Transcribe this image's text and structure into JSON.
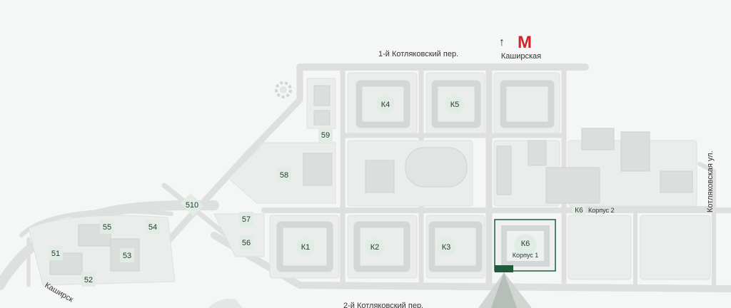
{
  "map": {
    "streets": {
      "north": "1-й Котляковский пер.",
      "south": "2-й Котляковский пер.",
      "east": "Котляковская ул.",
      "southwest": "Каширск"
    },
    "metro": {
      "symbol": "М",
      "name": "Каширская",
      "arrow": "↑",
      "color": "#d2232a"
    },
    "buildings": [
      {
        "id": "К4",
        "label": "К4"
      },
      {
        "id": "К5",
        "label": "К5"
      },
      {
        "id": "К1",
        "label": "К1"
      },
      {
        "id": "К2",
        "label": "К2"
      },
      {
        "id": "К3",
        "label": "К3"
      },
      {
        "id": "К6",
        "label": "К6"
      }
    ],
    "highlight": {
      "building": "К6",
      "corpus": "Корпус 1",
      "color": "#1f5a3c"
    },
    "corpus2": {
      "tag": "К6",
      "label": "Корпус 2"
    },
    "plots": [
      {
        "id": "59",
        "label": "59"
      },
      {
        "id": "58",
        "label": "58"
      },
      {
        "id": "510",
        "label": "510"
      },
      {
        "id": "57",
        "label": "57"
      },
      {
        "id": "56",
        "label": "56"
      },
      {
        "id": "55",
        "label": "55"
      },
      {
        "id": "54",
        "label": "54"
      },
      {
        "id": "53",
        "label": "53"
      },
      {
        "id": "51",
        "label": "51"
      },
      {
        "id": "52",
        "label": "52"
      }
    ],
    "colors": {
      "road": "#dfe1e1",
      "block": "#e9ebeb",
      "building": "#d9dcdc",
      "label_bg": "#e1ece4",
      "accent": "#1f5a3c"
    }
  }
}
